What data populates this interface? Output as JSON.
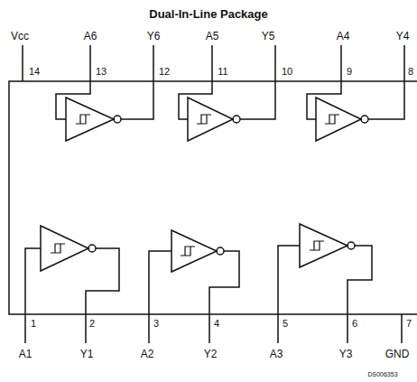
{
  "diagram": {
    "title": "Dual-In-Line Package",
    "labels": [
      "Vcc",
      "A6",
      "Y6",
      "A5",
      "Y5",
      "A4",
      "Y4",
      "14",
      "13",
      "12",
      "11",
      "10",
      "9",
      "8",
      "1",
      "2",
      "3",
      "4",
      "5",
      "6",
      "7",
      "A1",
      "Y1",
      "A2",
      "Y2",
      "A3",
      "Y3",
      "GND",
      "DS006353"
    ]
  }
}
